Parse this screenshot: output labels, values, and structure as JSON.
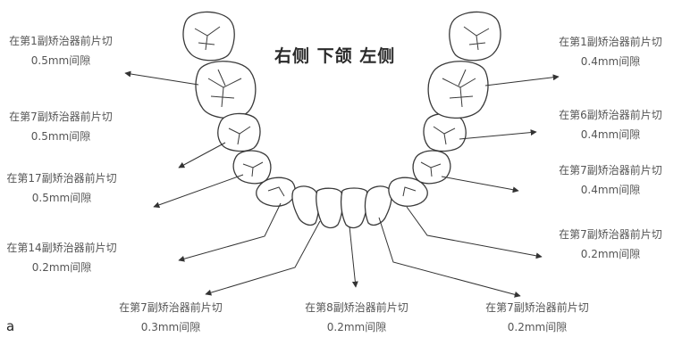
{
  "title": "右侧 下颌 左侧",
  "figure_label": "a",
  "annotations": [
    {
      "line1": "在第1副矫治器前片切",
      "line2": "0.5mm间隙"
    },
    {
      "line1": "在第7副矫治器前片切",
      "line2": "0.5mm间隙"
    },
    {
      "line1": "在第17副矫治器前片切",
      "line2": "0.5mm间隙"
    },
    {
      "line1": "在第14副矫治器前片切",
      "line2": "0.2mm间隙"
    },
    {
      "line1": "在第7副矫治器前片切",
      "line2": "0.3mm间隙"
    },
    {
      "line1": "在第8副矫治器前片切",
      "line2": "0.2mm间隙"
    },
    {
      "line1": "在第7副矫治器前片切",
      "line2": "0.2mm间隙"
    },
    {
      "line1": "在第7副矫治器前片切",
      "line2": "0.2mm间隙"
    },
    {
      "line1": "在第7副矫治器前片切",
      "line2": "0.4mm间隙"
    },
    {
      "line1": "在第6副矫治器前片切",
      "line2": "0.4mm间隙"
    },
    {
      "line1": "在第1副矫治器前片切",
      "line2": "0.4mm间隙"
    }
  ]
}
